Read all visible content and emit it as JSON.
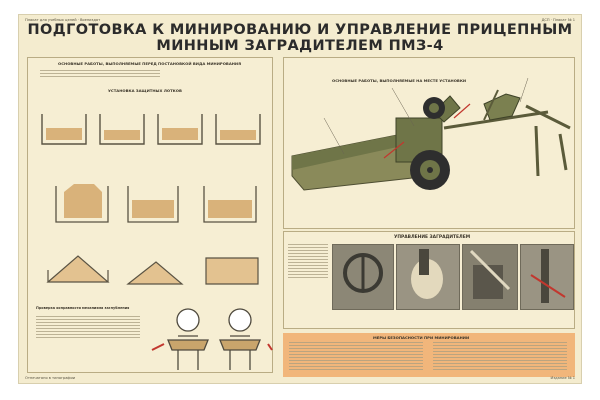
{
  "poster": {
    "top_left_note": "Плакат для учебных целей · Воениздат",
    "top_right_note": "ДСП · Плакат № 1",
    "title_line1": "ПОДГОТОВКА К МИНИРОВАНИЮ И УПРАВЛЕНИЕ ПРИЦЕПНЫМ",
    "title_line2": "МИННЫМ ЗАГРАДИТЕЛЕМ ПМЗ-4",
    "left_panel_heading": "ОСНОВНЫЕ РАБОТЫ, ВЫПОЛНЯЕМЫЕ ПЕРЕД ПОСТАНОВКОЙ ВИДА МИНИРОВАНИЯ",
    "left_sub_heading": "УСТАНОВКА ЗАЩИТНЫХ ЛОТКОВ",
    "left_bottom_heading": "Проверка исправности механизма заглубления",
    "right_top_heading": "ОСНОВНЫЕ РАБОТЫ, ВЫПОЛНЯЕМЫЕ НА МЕСТЕ УСТАНОВКИ",
    "control_heading": "УПРАВЛЕНИЕ ЗАГРАДИТЕЛЕМ",
    "safety_heading": "МЕРЫ БЕЗОПАСНОСТИ ПРИ МИНИРОВАНИИ",
    "bottom_left_note": "Отпечатано в типографии",
    "bottom_right_note": "Издание № 1"
  },
  "colors": {
    "paper": "#f4eccf",
    "accent_orange": "#f1b67b",
    "machine_green": "#6f7548",
    "title_dark": "#2b2b2b"
  }
}
